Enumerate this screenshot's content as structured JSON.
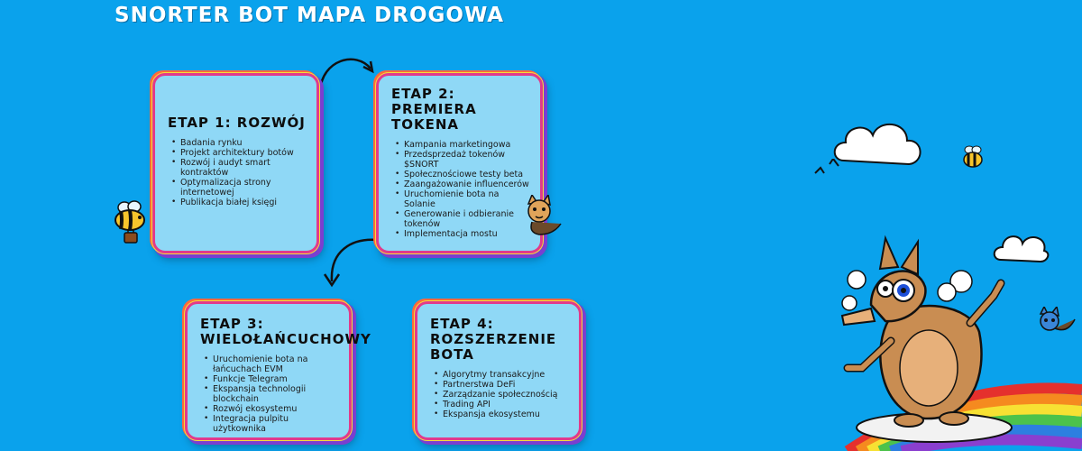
{
  "header": {
    "title": "SNORTER BOT MAPA DROGOWA"
  },
  "stages": [
    {
      "heading": "ETAP 1: ROZWÓJ",
      "items": [
        "Badania rynku",
        "Projekt architektury botów",
        "Rozwój i audyt smart kontraktów",
        "Optymalizacja strony internetowej",
        "Publikacja białej księgi"
      ]
    },
    {
      "heading": "ETAP 2: PREMIERA TOKENA",
      "items": [
        "Kampania marketingowa",
        "Przedsprzedaż tokenów $SNORT",
        "Społecznościowe testy beta",
        "Zaangażowanie influencerów",
        "Uruchomienie bota na Solanie",
        "Generowanie i odbieranie tokenów",
        "Implementacja mostu"
      ]
    },
    {
      "heading": "ETAP 3: WIELOŁAŃCUCHOWY",
      "items": [
        "Uruchomienie bota na łańcuchach EVM",
        "Funkcje Telegram",
        "Ekspansja technologii blockchain",
        "Rozwój ekosystemu",
        "Integracja pulpitu użytkownika"
      ]
    },
    {
      "heading": "ETAP 4: ROZSZERZENIE BOTA",
      "items": [
        "Algorytmy transakcyjne",
        "Partnerstwa DeFi",
        "Zarządzanie społecznością",
        "Trading API",
        "Ekspansja ekosystemu"
      ]
    }
  ],
  "colors": {
    "background": "#0aa2ec",
    "card": "#8fd8f6",
    "title": "#ffffff"
  },
  "icons": [
    "curved-arrow-icon",
    "bee-icon",
    "cat-mascot-icon",
    "cloud-icon",
    "armadillo-mascot-icon",
    "rainbow-icon",
    "bird-icon"
  ]
}
